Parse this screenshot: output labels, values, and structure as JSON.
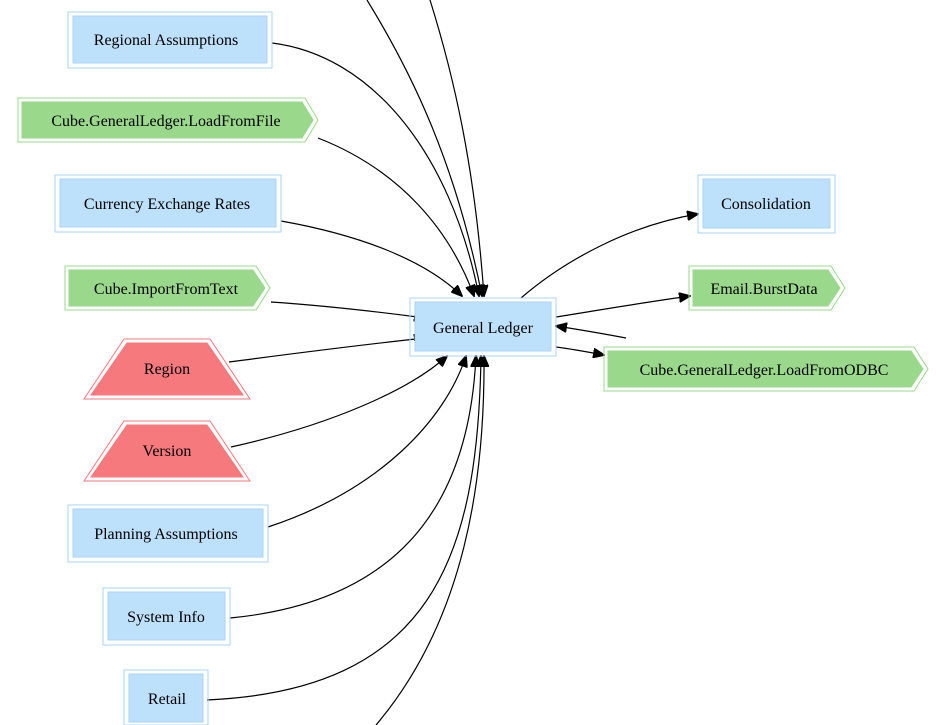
{
  "colors": {
    "cube_fill": "#bde0fb",
    "cube_stroke": "#a9d4f5",
    "process_fill": "#9ad98c",
    "process_stroke": "#9ad98c",
    "dimension_fill": "#f6797e",
    "dimension_stroke": "#f6797e",
    "edge": "#000000",
    "background": "#ffffff"
  },
  "nodes": {
    "regional_assumptions": {
      "label": "Regional Assumptions",
      "kind": "cube"
    },
    "cube_gl_load_from_file": {
      "label": "Cube.GeneralLedger.LoadFromFile",
      "kind": "process"
    },
    "currency_exchange_rates": {
      "label": "Currency Exchange Rates",
      "kind": "cube"
    },
    "cube_import_from_text": {
      "label": "Cube.ImportFromText",
      "kind": "process"
    },
    "region": {
      "label": "Region",
      "kind": "dimension"
    },
    "version": {
      "label": "Version",
      "kind": "dimension"
    },
    "planning_assumptions": {
      "label": "Planning Assumptions",
      "kind": "cube"
    },
    "system_info": {
      "label": "System Info",
      "kind": "cube"
    },
    "retail": {
      "label": "Retail",
      "kind": "cube"
    },
    "general_ledger": {
      "label": "General Ledger",
      "kind": "cube"
    },
    "consolidation": {
      "label": "Consolidation",
      "kind": "cube"
    },
    "email_burst_data": {
      "label": "Email.BurstData",
      "kind": "process"
    },
    "cube_gl_load_from_odbc": {
      "label": "Cube.GeneralLedger.LoadFromODBC",
      "kind": "process"
    }
  },
  "edges": [
    {
      "from": "offscreen_top_1",
      "to": "general_ledger"
    },
    {
      "from": "offscreen_top_2",
      "to": "general_ledger"
    },
    {
      "from": "regional_assumptions",
      "to": "general_ledger"
    },
    {
      "from": "cube_gl_load_from_file",
      "to": "general_ledger"
    },
    {
      "from": "currency_exchange_rates",
      "to": "general_ledger"
    },
    {
      "from": "cube_import_from_text",
      "to": "general_ledger"
    },
    {
      "from": "region",
      "to": "general_ledger"
    },
    {
      "from": "version",
      "to": "general_ledger"
    },
    {
      "from": "planning_assumptions",
      "to": "general_ledger"
    },
    {
      "from": "system_info",
      "to": "general_ledger"
    },
    {
      "from": "retail",
      "to": "general_ledger"
    },
    {
      "from": "offscreen_bottom",
      "to": "general_ledger"
    },
    {
      "from": "general_ledger",
      "to": "consolidation"
    },
    {
      "from": "general_ledger",
      "to": "email_burst_data"
    },
    {
      "from": "general_ledger",
      "to": "cube_gl_load_from_odbc"
    },
    {
      "from": "cube_gl_load_from_odbc",
      "to": "general_ledger"
    }
  ]
}
